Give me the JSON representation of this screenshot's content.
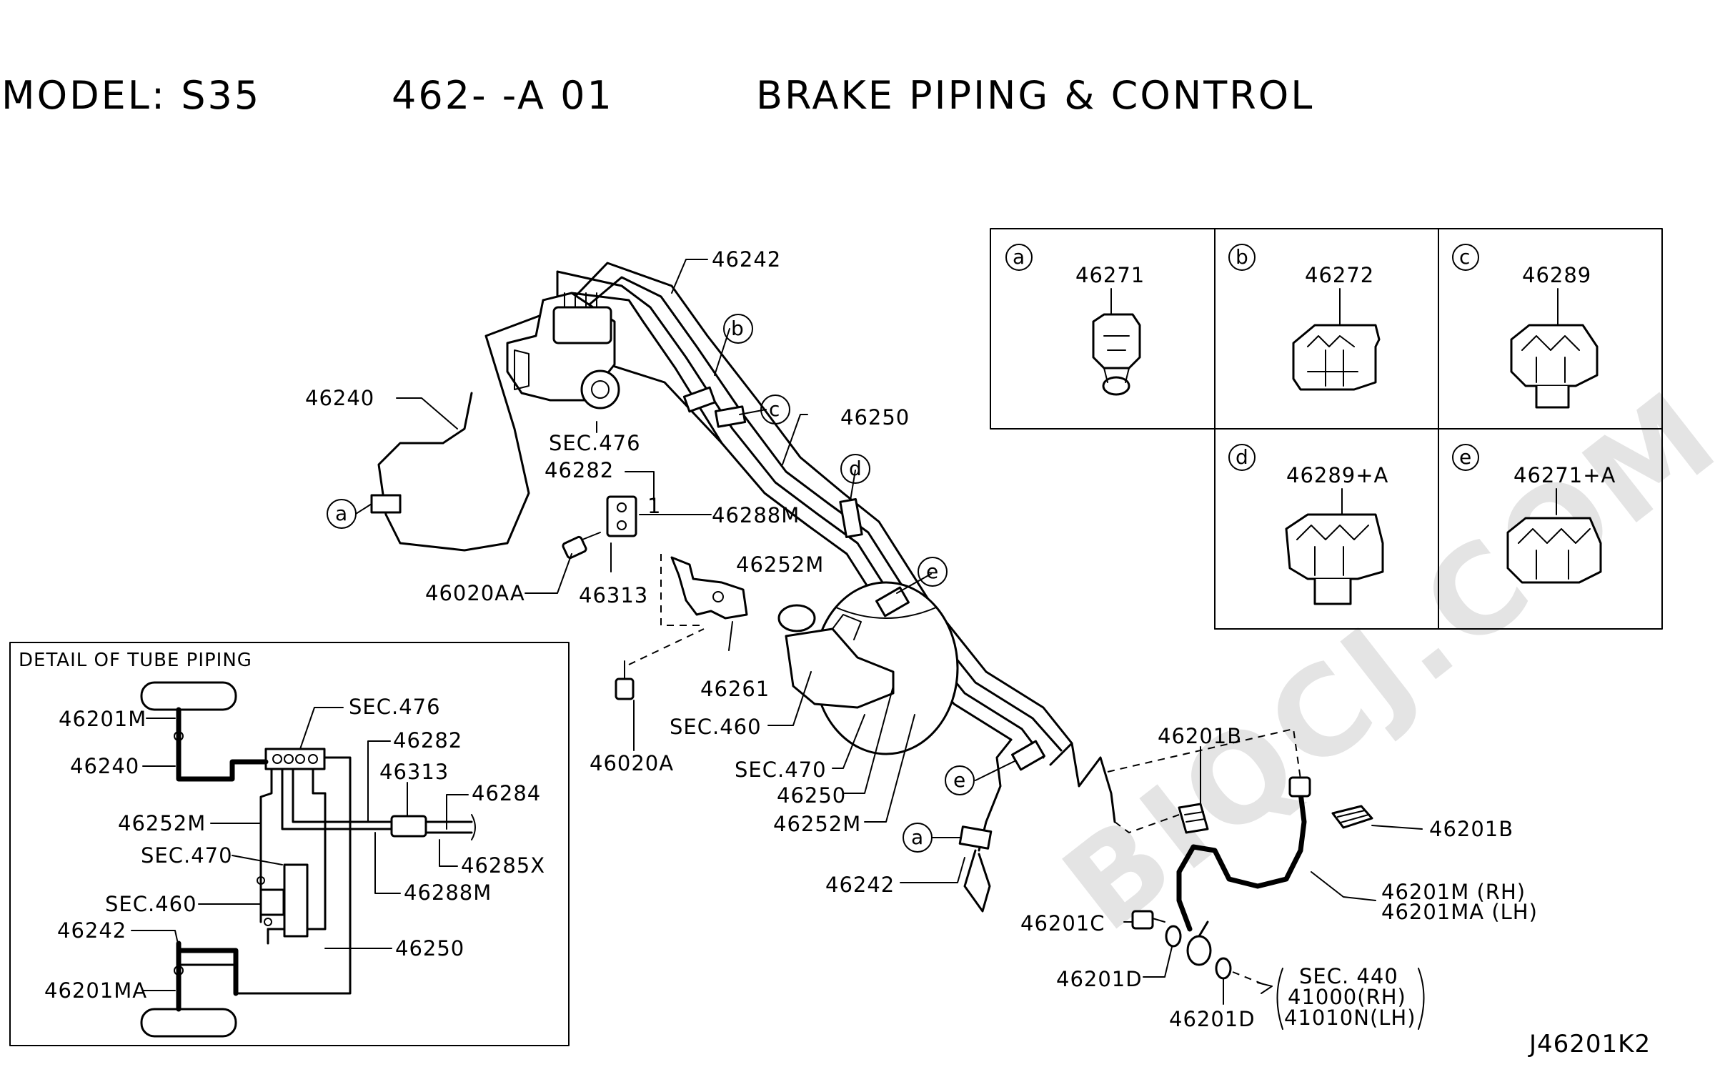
{
  "header": {
    "model": "MODEL: S35",
    "section": "462-  -A 01",
    "name": "BRAKE PIPING & CONTROL"
  },
  "watermark": "BIQCJ.COM",
  "main_labels": {
    "p46242_top": "46242",
    "p46240": "46240",
    "sec476": "SEC.476",
    "p46282": "46282",
    "p46288M": "46288M",
    "p46020AA": "46020AA",
    "p46313": "46313",
    "p46252M_mid": "46252M",
    "p46250_top": "46250",
    "p46261": "46261",
    "sec460": "SEC.460",
    "p46020A": "46020A",
    "sec470": "SEC.470",
    "p46250_low": "46250",
    "p46252M_low": "46252M",
    "p46242_low": "46242",
    "p46201B_top": "46201B",
    "p46201B_right": "46201B",
    "p46201M": "46201M (RH)",
    "p46201MA": "46201MA (LH)",
    "p46201C": "46201C",
    "p46201D_a": "46201D",
    "p46201D_b": "46201D",
    "sec440_a": "SEC. 440",
    "sec440_b": "41000(RH)",
    "sec440_c": "41010N(LH)",
    "marker_1": "1"
  },
  "callouts": {
    "a": "a",
    "b": "b",
    "c": "c",
    "d": "d",
    "e": "e"
  },
  "clip_table": {
    "cells": [
      {
        "letter": "a",
        "part": "46271"
      },
      {
        "letter": "b",
        "part": "46272"
      },
      {
        "letter": "c",
        "part": "46289"
      },
      {
        "letter": "d",
        "part": "46289+A"
      },
      {
        "letter": "e",
        "part": "46271+A"
      }
    ]
  },
  "detail": {
    "title": "DETAIL OF TUBE PIPING",
    "labels": {
      "sec476": "SEC.476",
      "p46282": "46282",
      "p46313": "46313",
      "p46284": "46284",
      "p46285X": "46285X",
      "p46288M": "46288M",
      "p46201M": "46201M",
      "p46240": "46240",
      "p46252M": "46252M",
      "sec470": "SEC.470",
      "sec460": "SEC.460",
      "p46242": "46242",
      "p46250": "46250",
      "p46201MA": "46201MA"
    }
  },
  "footer": {
    "code": "J46201K2"
  }
}
